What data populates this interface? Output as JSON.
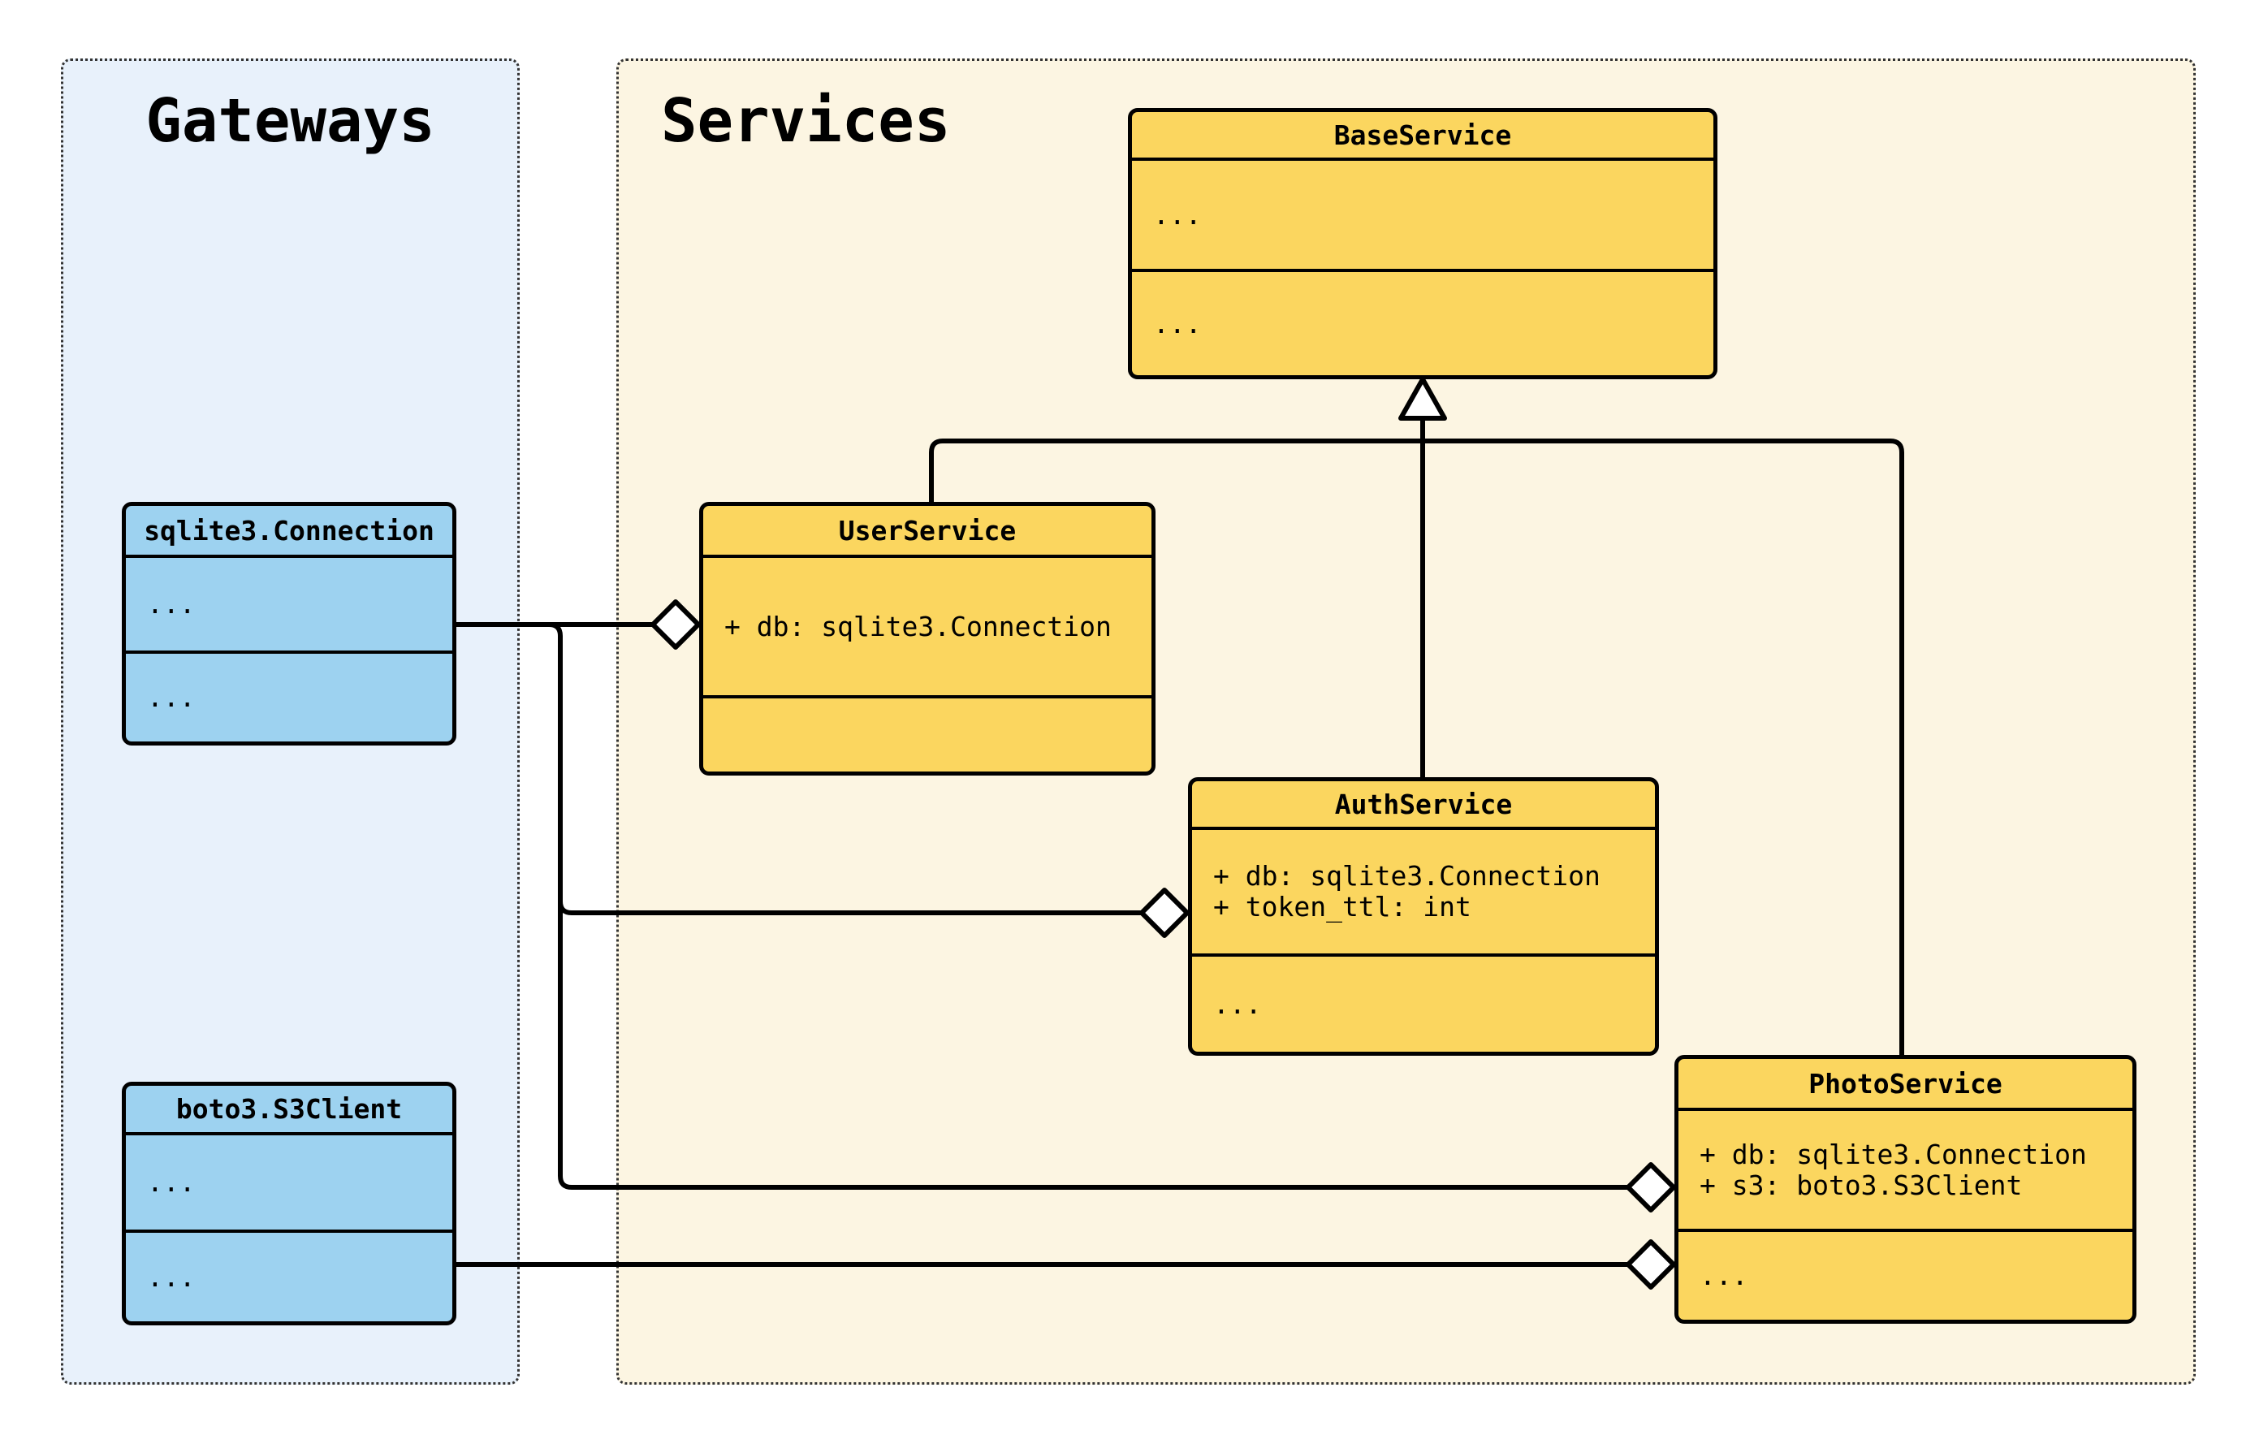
{
  "canvas": {
    "background": "#ffffff",
    "edge_color": "#000000"
  },
  "groups": {
    "gateways": {
      "title": "Gateways",
      "fill": "#E8F1FB"
    },
    "services": {
      "title": "Services",
      "fill": "#FCF5E2"
    }
  },
  "classes": {
    "sqlite_connection": {
      "title": "sqlite3.Connection",
      "fill": "#9DD2F0",
      "attributes": [
        "..."
      ],
      "methods": [
        "..."
      ]
    },
    "boto3_s3client": {
      "title": "boto3.S3Client",
      "fill": "#9DD2F0",
      "attributes": [
        "..."
      ],
      "methods": [
        "..."
      ]
    },
    "base_service": {
      "title": "BaseService",
      "fill": "#FBD65F",
      "attributes": [
        "..."
      ],
      "methods": [
        "..."
      ]
    },
    "user_service": {
      "title": "UserService",
      "fill": "#FBD65F",
      "attributes": [
        "+ db: sqlite3.Connection"
      ],
      "methods": []
    },
    "auth_service": {
      "title": "AuthService",
      "fill": "#FBD65F",
      "attributes": [
        "+ db: sqlite3.Connection",
        "+ token_ttl: int"
      ],
      "methods": [
        "..."
      ]
    },
    "photo_service": {
      "title": "PhotoService",
      "fill": "#FBD65F",
      "attributes": [
        "+ db: sqlite3.Connection",
        "+ s3: boto3.S3Client"
      ],
      "methods": [
        "..."
      ]
    }
  },
  "relationships": [
    {
      "type": "inheritance",
      "from": "UserService",
      "to": "BaseService"
    },
    {
      "type": "inheritance",
      "from": "AuthService",
      "to": "BaseService"
    },
    {
      "type": "inheritance",
      "from": "PhotoService",
      "to": "BaseService"
    },
    {
      "type": "aggregation",
      "from": "sqlite3.Connection",
      "to": "UserService"
    },
    {
      "type": "aggregation",
      "from": "sqlite3.Connection",
      "to": "AuthService"
    },
    {
      "type": "aggregation",
      "from": "sqlite3.Connection",
      "to": "PhotoService"
    },
    {
      "type": "aggregation",
      "from": "boto3.S3Client",
      "to": "PhotoService"
    }
  ]
}
